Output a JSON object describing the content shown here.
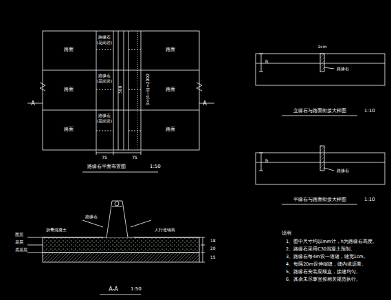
{
  "diagram": {
    "labels": [
      "A",
      "A",
      "路面",
      "路面",
      "路面",
      "路面",
      "路面",
      "路面",
      "路缘石",
      "(花岗岩)",
      "路缘石",
      "(花岗岩)",
      "路缘石",
      "(花岗岩)",
      "500",
      "3×(4~6)=2000",
      "75",
      "75",
      "路缘石平面布置图",
      "1:50",
      "沥青混凝土",
      "路缘石",
      "人行道铺装",
      "面层",
      "基层",
      "底基层",
      "18",
      "20",
      "15",
      "A-A",
      "1:50",
      "h",
      "2cm",
      "路缘石",
      "立缘石与路面衔接大样图",
      "1:10",
      "h",
      "路缘石",
      "平缘石与路面衔接大样图",
      "1:10",
      "说明",
      "1、图中尺寸均以mm计，h为路缘石高度。",
      "2、路缘石采用C30混凝土预制。",
      "3、路缘石每4m设一道缝，缝宽1cm。",
      "4、每隔20m设伸缩缝，缝内填沥青。",
      "5、路缘石安装应顺直，接缝均匀。",
      "6、其余未尽事宜按相关规范执行。"
    ]
  }
}
